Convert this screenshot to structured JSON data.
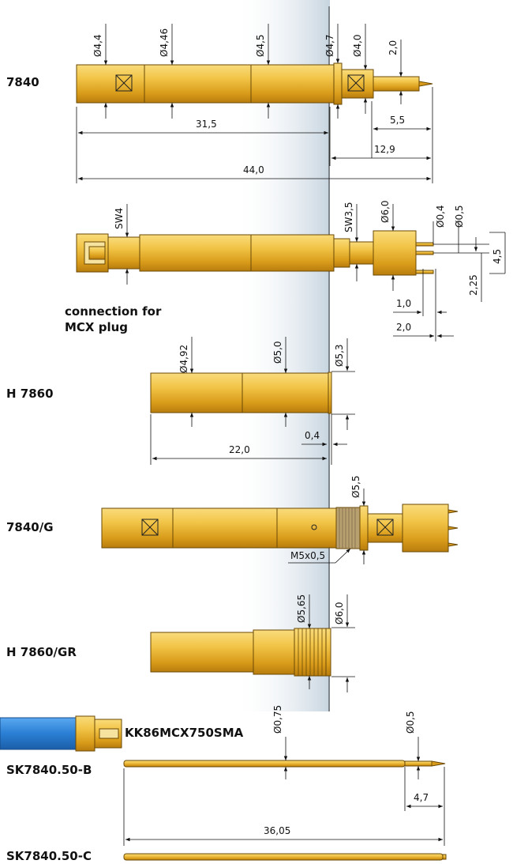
{
  "labels": {
    "p7840": "7840",
    "connection": "connection for",
    "mcx": "MCX plug",
    "h7860": "H 7860",
    "p7840g": "7840/G",
    "h7860gr": "H 7860/GR",
    "kk": "KK86MCX750SMA",
    "sk_b": "SK7840.50-B",
    "sk_c": "SK7840.50-C"
  },
  "dims": {
    "d44": "Ø4,4",
    "d446": "Ø4,46",
    "d45": "Ø4,5",
    "d47": "Ø4,7",
    "d40": "Ø4,0",
    "len20a": "2,0",
    "len315": "31,5",
    "len55": "5,5",
    "len129": "12,9",
    "len440": "44,0",
    "sw4": "SW4",
    "sw35": "SW3,5",
    "d60a": "Ø6,0",
    "d04": "Ø0,4",
    "d05a": "Ø0,5",
    "len45": "4,5",
    "len225": "2,25",
    "len10": "1,0",
    "len20b": "2,0",
    "d492": "Ø4,92",
    "d50": "Ø5,0",
    "d53": "Ø5,3",
    "len04": "0,4",
    "len220": "22,0",
    "d55": "Ø5,5",
    "m5": "M5x0,5",
    "d565": "Ø5,65",
    "d60b": "Ø6,0",
    "d075": "Ø0,75",
    "d05b": "Ø0,5",
    "len47": "4,7",
    "len3605": "36,05"
  },
  "colors": {
    "gold_light": "#f6d46a",
    "gold_mid": "#e0a820",
    "gold_dark": "#9a6a0a",
    "cable_blue": "#2a7fd4",
    "shade": "#cdd9e3"
  }
}
